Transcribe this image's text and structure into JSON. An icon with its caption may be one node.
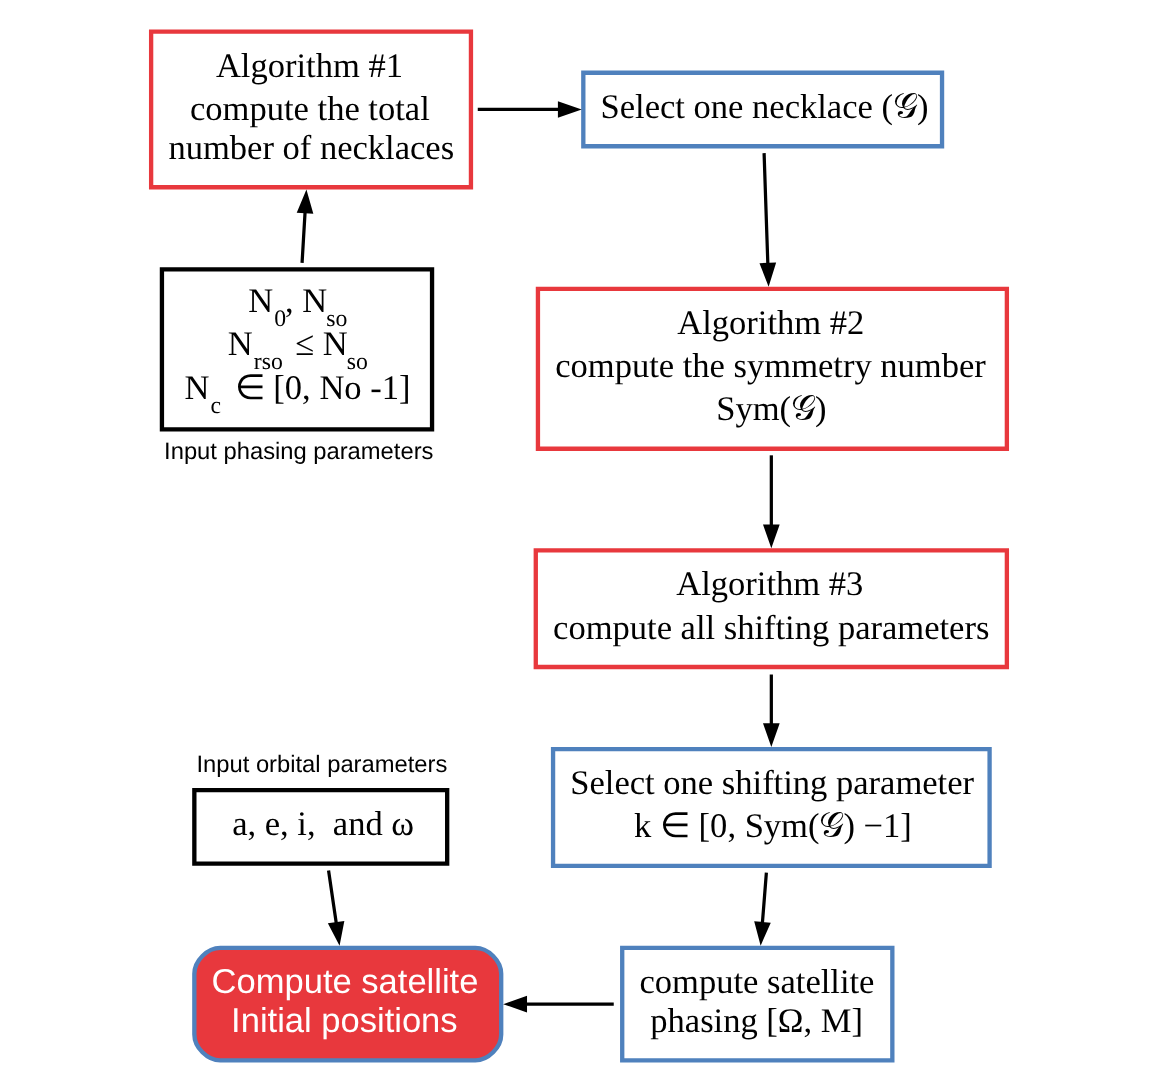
{
  "diagram": {
    "nodes": [
      {
        "text": [
          "Algorithm #1",
          "compute the total number of necklaces"
        ]
      },
      {
        "text": [
          "Select one necklace (𝒢)"
        ]
      },
      {
        "text": [
          "Algorithm #2",
          "compute the symmetry number",
          "Sym(𝒢)"
        ]
      },
      {
        "text": [
          "Algorithm #3",
          "compute all shifting parameters"
        ]
      },
      {
        "text": [
          "N$_{0}$, N$_{so}$",
          "N$_{rso}$ ≤ N$_{so}$",
          "N$_{c}$ ∈ [0, No -1]"
        ],
        "beside": [
          "Input phasing parameters"
        ]
      },
      {
        "text": [
          "Select one shifting parameter",
          "k ∈ [0, Sym(𝒢) −1]"
        ]
      },
      {
        "text": [
          "a, e, i,  and ω"
        ],
        "beside": [
          "Input orbital parameters"
        ]
      },
      {
        "text": [
          "Compute satellite Initial positions"
        ]
      },
      {
        "text": [
          "compute satellite phasing [Ω, M]"
        ]
      }
    ],
    "edges": [
      {
        "from": 4,
        "to": 0,
        "arrow": "to"
      },
      {
        "from": 0,
        "to": 1,
        "arrow": "to"
      },
      {
        "from": 1,
        "to": 2,
        "arrow": "to"
      },
      {
        "from": 2,
        "to": 3,
        "arrow": "to"
      },
      {
        "from": 3,
        "to": 5,
        "arrow": "to"
      },
      {
        "from": 5,
        "to": 8,
        "arrow": "to"
      },
      {
        "from": 8,
        "to": 7,
        "arrow": "to"
      },
      {
        "from": 6,
        "to": 7,
        "arrow": "to"
      }
    ]
  }
}
